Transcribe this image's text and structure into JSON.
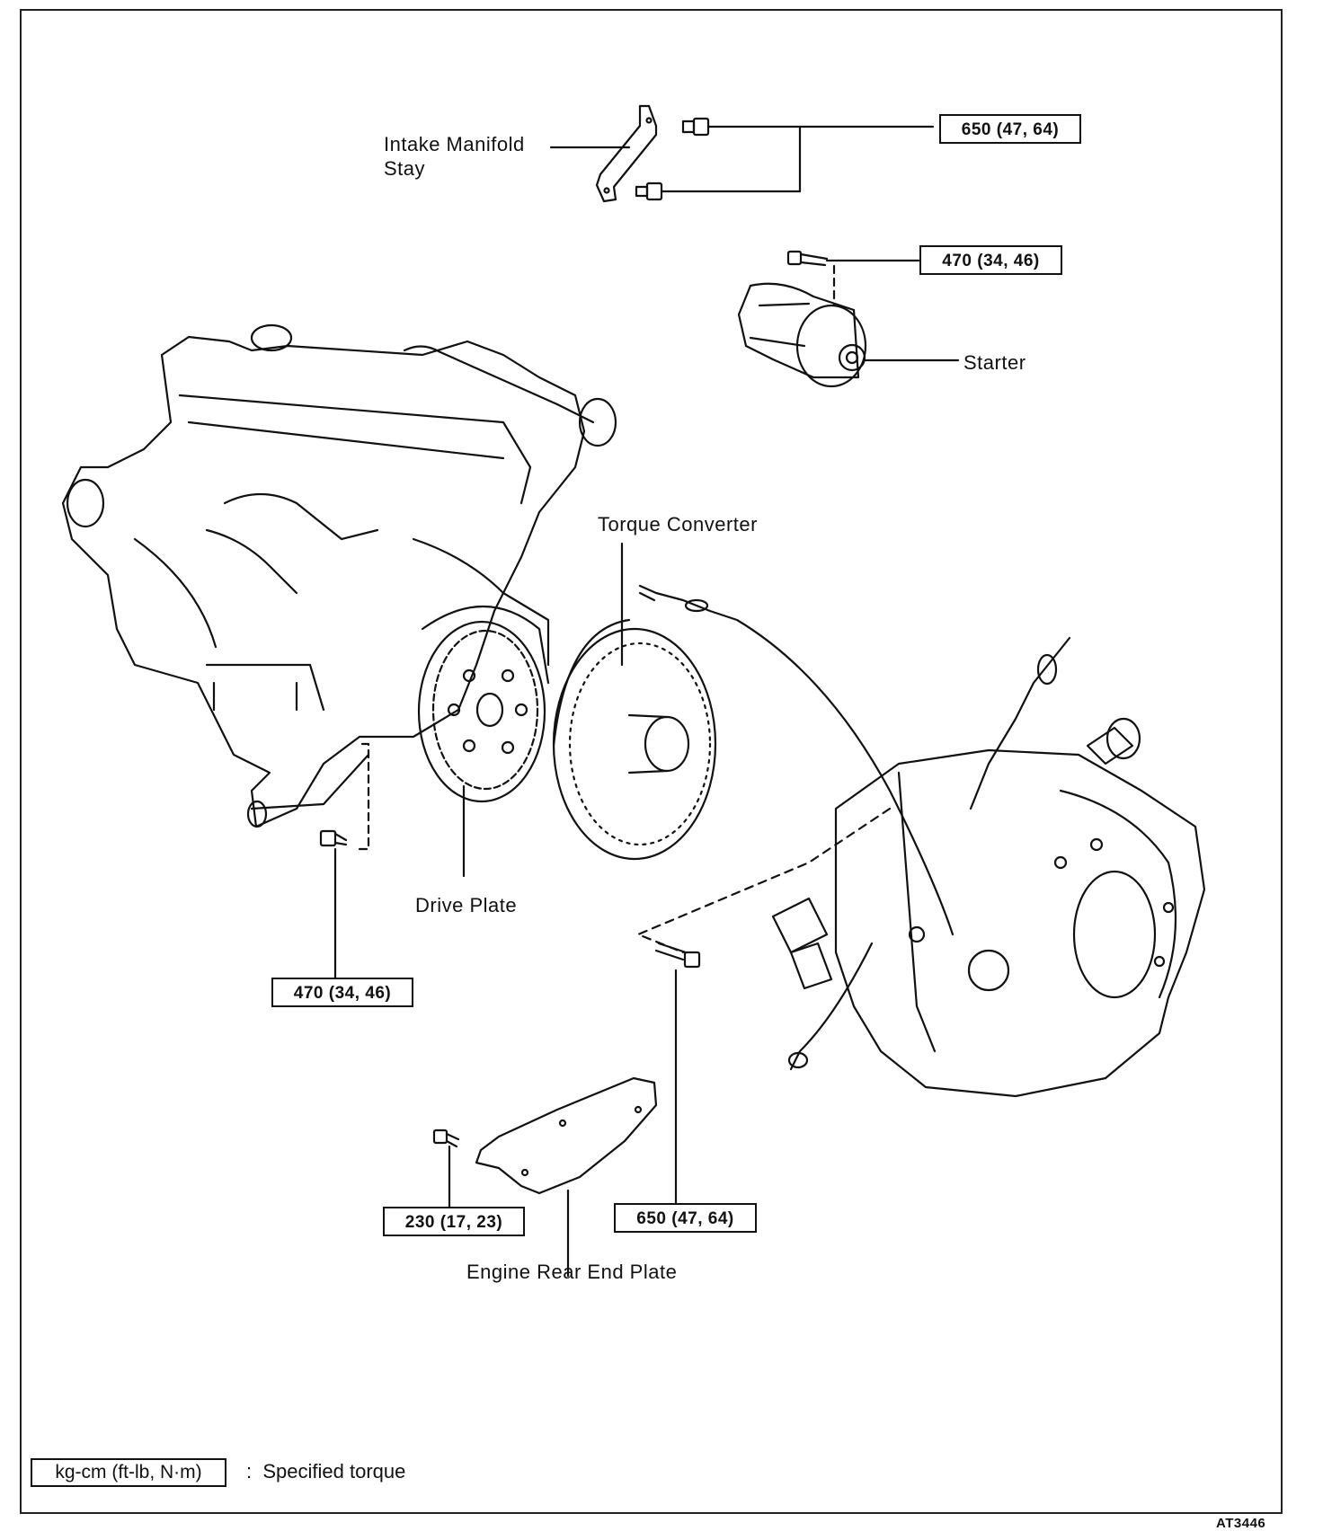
{
  "labels": {
    "intake_manifold_stay": "Intake Manifold\nStay",
    "starter": "Starter",
    "torque_converter": "Torque Converter",
    "drive_plate": "Drive Plate",
    "engine_rear_end_plate": "Engine Rear End Plate"
  },
  "torque_values": {
    "manifold_stay_bolts": "650 (47, 64)",
    "starter_bolt": "470 (34, 46)",
    "engine_side_bolt": "470 (34, 46)",
    "rear_end_plate_bolt": "230 (17, 23)",
    "transaxle_bolt": "650 (47, 64)"
  },
  "legend": {
    "units": "kg-cm (ft-lb, N·m)",
    "separator": ":",
    "description": "Specified torque"
  },
  "figure_ref": "AT3446"
}
